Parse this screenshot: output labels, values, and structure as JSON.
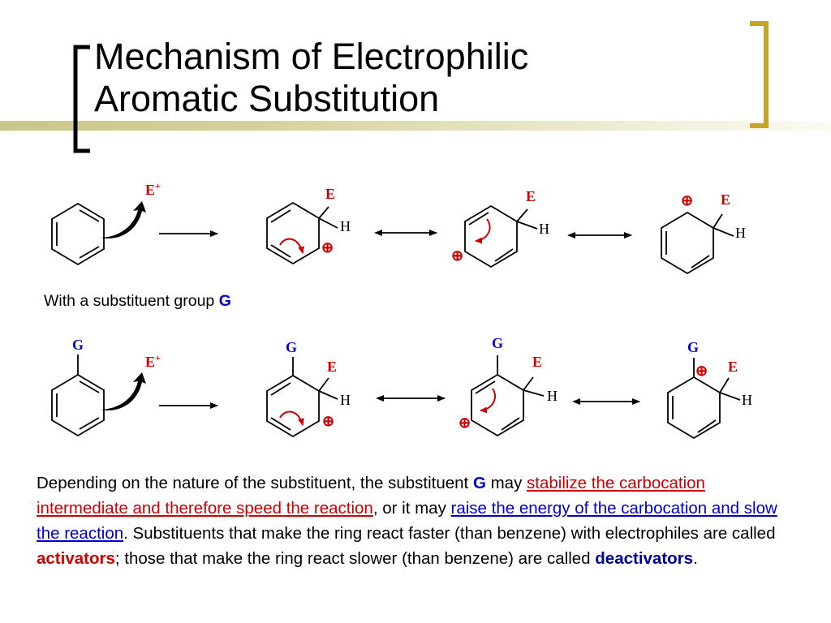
{
  "slide": {
    "title_line1": "Mechanism of Electrophilic",
    "title_line2": "Aromatic Substitution"
  },
  "theme": {
    "bracket_color": "#c9a227",
    "band_color": "#c8c68a",
    "electrophile_color": "#cc0000",
    "substituent_color": "#0000cc"
  },
  "scheme_labels": {
    "electrophile": "E",
    "electrophile_charge": "+",
    "hydrogen": "H",
    "substituent": "G",
    "cation_symbol": "⊕"
  },
  "caption": {
    "prefix": "With a substituent group ",
    "group": "G"
  },
  "paragraph": {
    "p1": "Depending on the nature of the substituent, the substituent ",
    "g": "G",
    "p2": " may ",
    "link1": "stabilize the carbocation intermediate and therefore speed the reaction",
    "p3": ", or it may ",
    "link2": "raise the energy of the carbocation and slow the reaction",
    "p4": ".  Substituents that make the ring react faster (than benzene) with electrophiles are called ",
    "activators": "activators",
    "p5": "; those that make the ring react slower (than benzene) are called ",
    "deactivators": "deactivators",
    "p6": "."
  }
}
